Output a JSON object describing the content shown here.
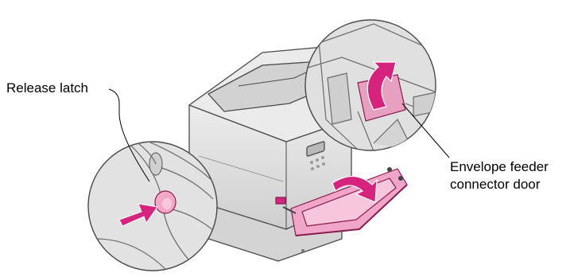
{
  "labels": {
    "release_latch": "Release latch",
    "envelope_feeder_line1": "Envelope feeder",
    "envelope_feeder_line2": "connector door"
  },
  "colors": {
    "printer_body": "#e4e4e4",
    "printer_shadow": "#c9c9c9",
    "printer_outline": "#4a4a4a",
    "accent_magenta": "#d6247e",
    "magenta_light": "#efa6c8",
    "inset_fill": "#dedede"
  },
  "icons": {
    "release_arrow": "arrow-right-icon",
    "door_open_arrow": "curved-arrow-down-icon",
    "door_flip_arrow": "curved-arrow-up-icon"
  }
}
